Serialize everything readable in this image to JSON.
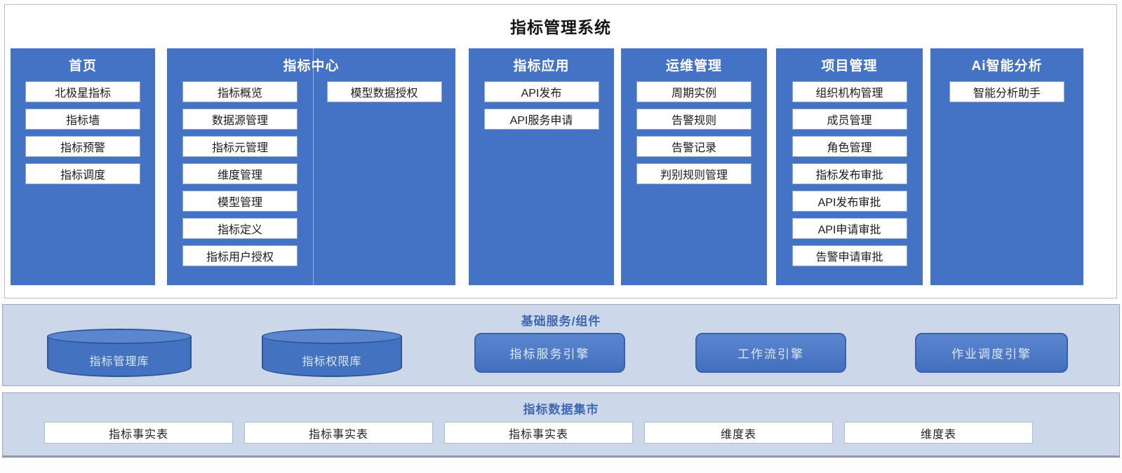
{
  "title": "指标管理系统",
  "columns": [
    {
      "header": "首页",
      "items": [
        "北极星指标",
        "指标墙",
        "指标预警",
        "指标调度"
      ]
    },
    {
      "header": "指标中心",
      "items": [
        "指标概览",
        "数据源管理",
        "指标元管理",
        "维度管理",
        "模型管理",
        "指标定义",
        "指标用户授权"
      ],
      "items_right": [
        "模型数据授权"
      ]
    },
    {
      "header": "指标应用",
      "items": [
        "API发布",
        "API服务申请"
      ]
    },
    {
      "header": "运维管理",
      "items": [
        "周期实例",
        "告警规则",
        "告警记录",
        "判别规则管理"
      ]
    },
    {
      "header": "项目管理",
      "items": [
        "组织机构管理",
        "成员管理",
        "角色管理",
        "指标发布审批",
        "API发布审批",
        "API申请审批",
        "告警申请审批"
      ]
    },
    {
      "header": "Ai智能分析",
      "items": [
        "智能分析助手"
      ]
    }
  ],
  "services": {
    "title": "基础服务/组件",
    "databases": [
      "指标管理库",
      "指标权限库"
    ],
    "engines": [
      "指标服务引擎",
      "工作流引擎",
      "作业调度引擎"
    ]
  },
  "datamart": {
    "title": "指标数据集市",
    "tables": [
      "指标事实表",
      "指标事实表",
      "指标事实表",
      "维度表",
      "维度表"
    ]
  },
  "colors": {
    "column_blue": "#4472c4",
    "shape_border": "#2f5597",
    "band_background": "#ccd8ea",
    "band_title_text": "#3e68b1",
    "item_border": "#8fa5c9"
  }
}
